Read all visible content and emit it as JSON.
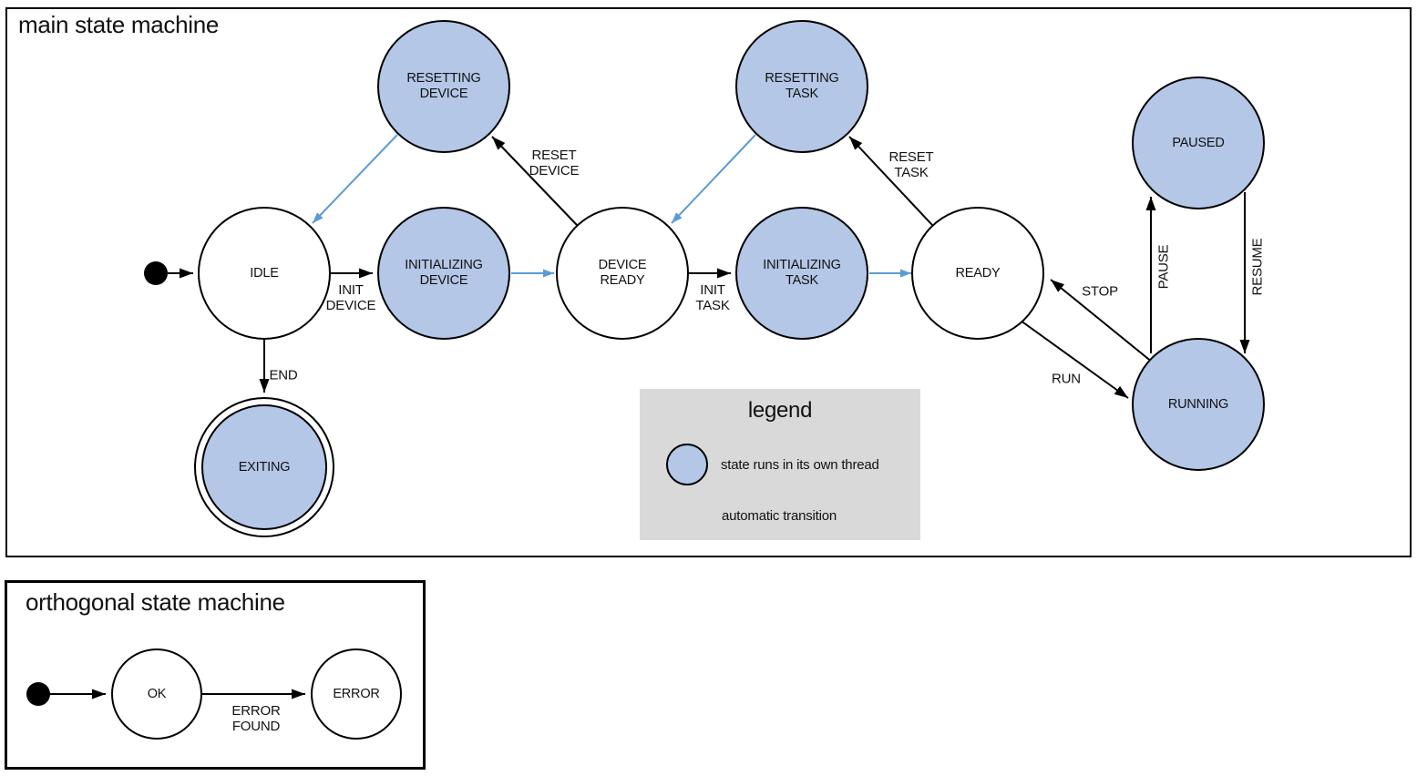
{
  "colors": {
    "threaded_state_fill": "#b4c7e7",
    "automatic_transition": "#5b9bd5",
    "line": "#000000",
    "legend_background": "#d9d9d9"
  },
  "main": {
    "title": "main state machine",
    "states": {
      "idle": {
        "label": "IDLE"
      },
      "initializing_device": {
        "label": "INITIALIZING\nDEVICE"
      },
      "device_ready": {
        "label": "DEVICE\nREADY"
      },
      "initializing_task": {
        "label": "INITIALIZING\nTASK"
      },
      "ready": {
        "label": "READY"
      },
      "resetting_device": {
        "label": "RESETTING\nDEVICE"
      },
      "resetting_task": {
        "label": "RESETTING\nTASK"
      },
      "paused": {
        "label": "PAUSED"
      },
      "running": {
        "label": "RUNNING"
      },
      "exiting": {
        "label": "EXITING"
      }
    },
    "transitions": {
      "init_device": {
        "label": "INIT\nDEVICE"
      },
      "init_task": {
        "label": "INIT\nTASK"
      },
      "reset_device": {
        "label": "RESET\nDEVICE"
      },
      "reset_task": {
        "label": "RESET\nTASK"
      },
      "end": {
        "label": "END"
      },
      "stop": {
        "label": "STOP"
      },
      "run": {
        "label": "RUN"
      },
      "pause": {
        "label": "PAUSE"
      },
      "resume": {
        "label": "RESUME"
      }
    }
  },
  "legend": {
    "title": "legend",
    "threaded_item": "state runs in its own thread",
    "automatic_item": "automatic transition"
  },
  "orthogonal": {
    "title": "orthogonal state machine",
    "states": {
      "ok": {
        "label": "OK"
      },
      "error": {
        "label": "ERROR"
      }
    },
    "transitions": {
      "error_found": {
        "label": "ERROR\nFOUND"
      }
    }
  }
}
